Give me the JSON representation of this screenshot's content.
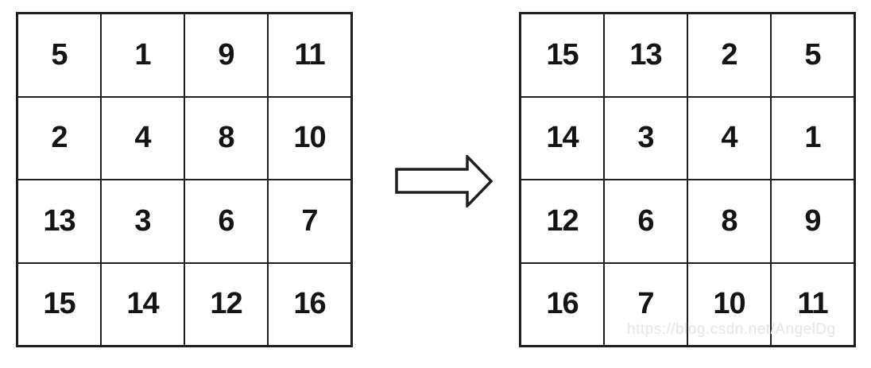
{
  "diagram": {
    "matrices": {
      "input": {
        "rows": [
          [
            "5",
            "1",
            "9",
            "11"
          ],
          [
            "2",
            "4",
            "8",
            "10"
          ],
          [
            "13",
            "3",
            "6",
            "7"
          ],
          [
            "15",
            "14",
            "12",
            "16"
          ]
        ]
      },
      "output": {
        "rows": [
          [
            "15",
            "13",
            "2",
            "5"
          ],
          [
            "14",
            "3",
            "4",
            "1"
          ],
          [
            "12",
            "6",
            "8",
            "9"
          ],
          [
            "16",
            "7",
            "10",
            "11"
          ]
        ]
      }
    },
    "arrow": {
      "direction": "right"
    },
    "watermark": {
      "text": "https://blog.csdn.net/AngelDg"
    },
    "colors": {
      "grid_line": "#1f1f1f",
      "number_text": "#141414",
      "cell_background": "#ffffff",
      "watermark_text": "#e6e6e6",
      "page_background": "#ffffff"
    }
  }
}
